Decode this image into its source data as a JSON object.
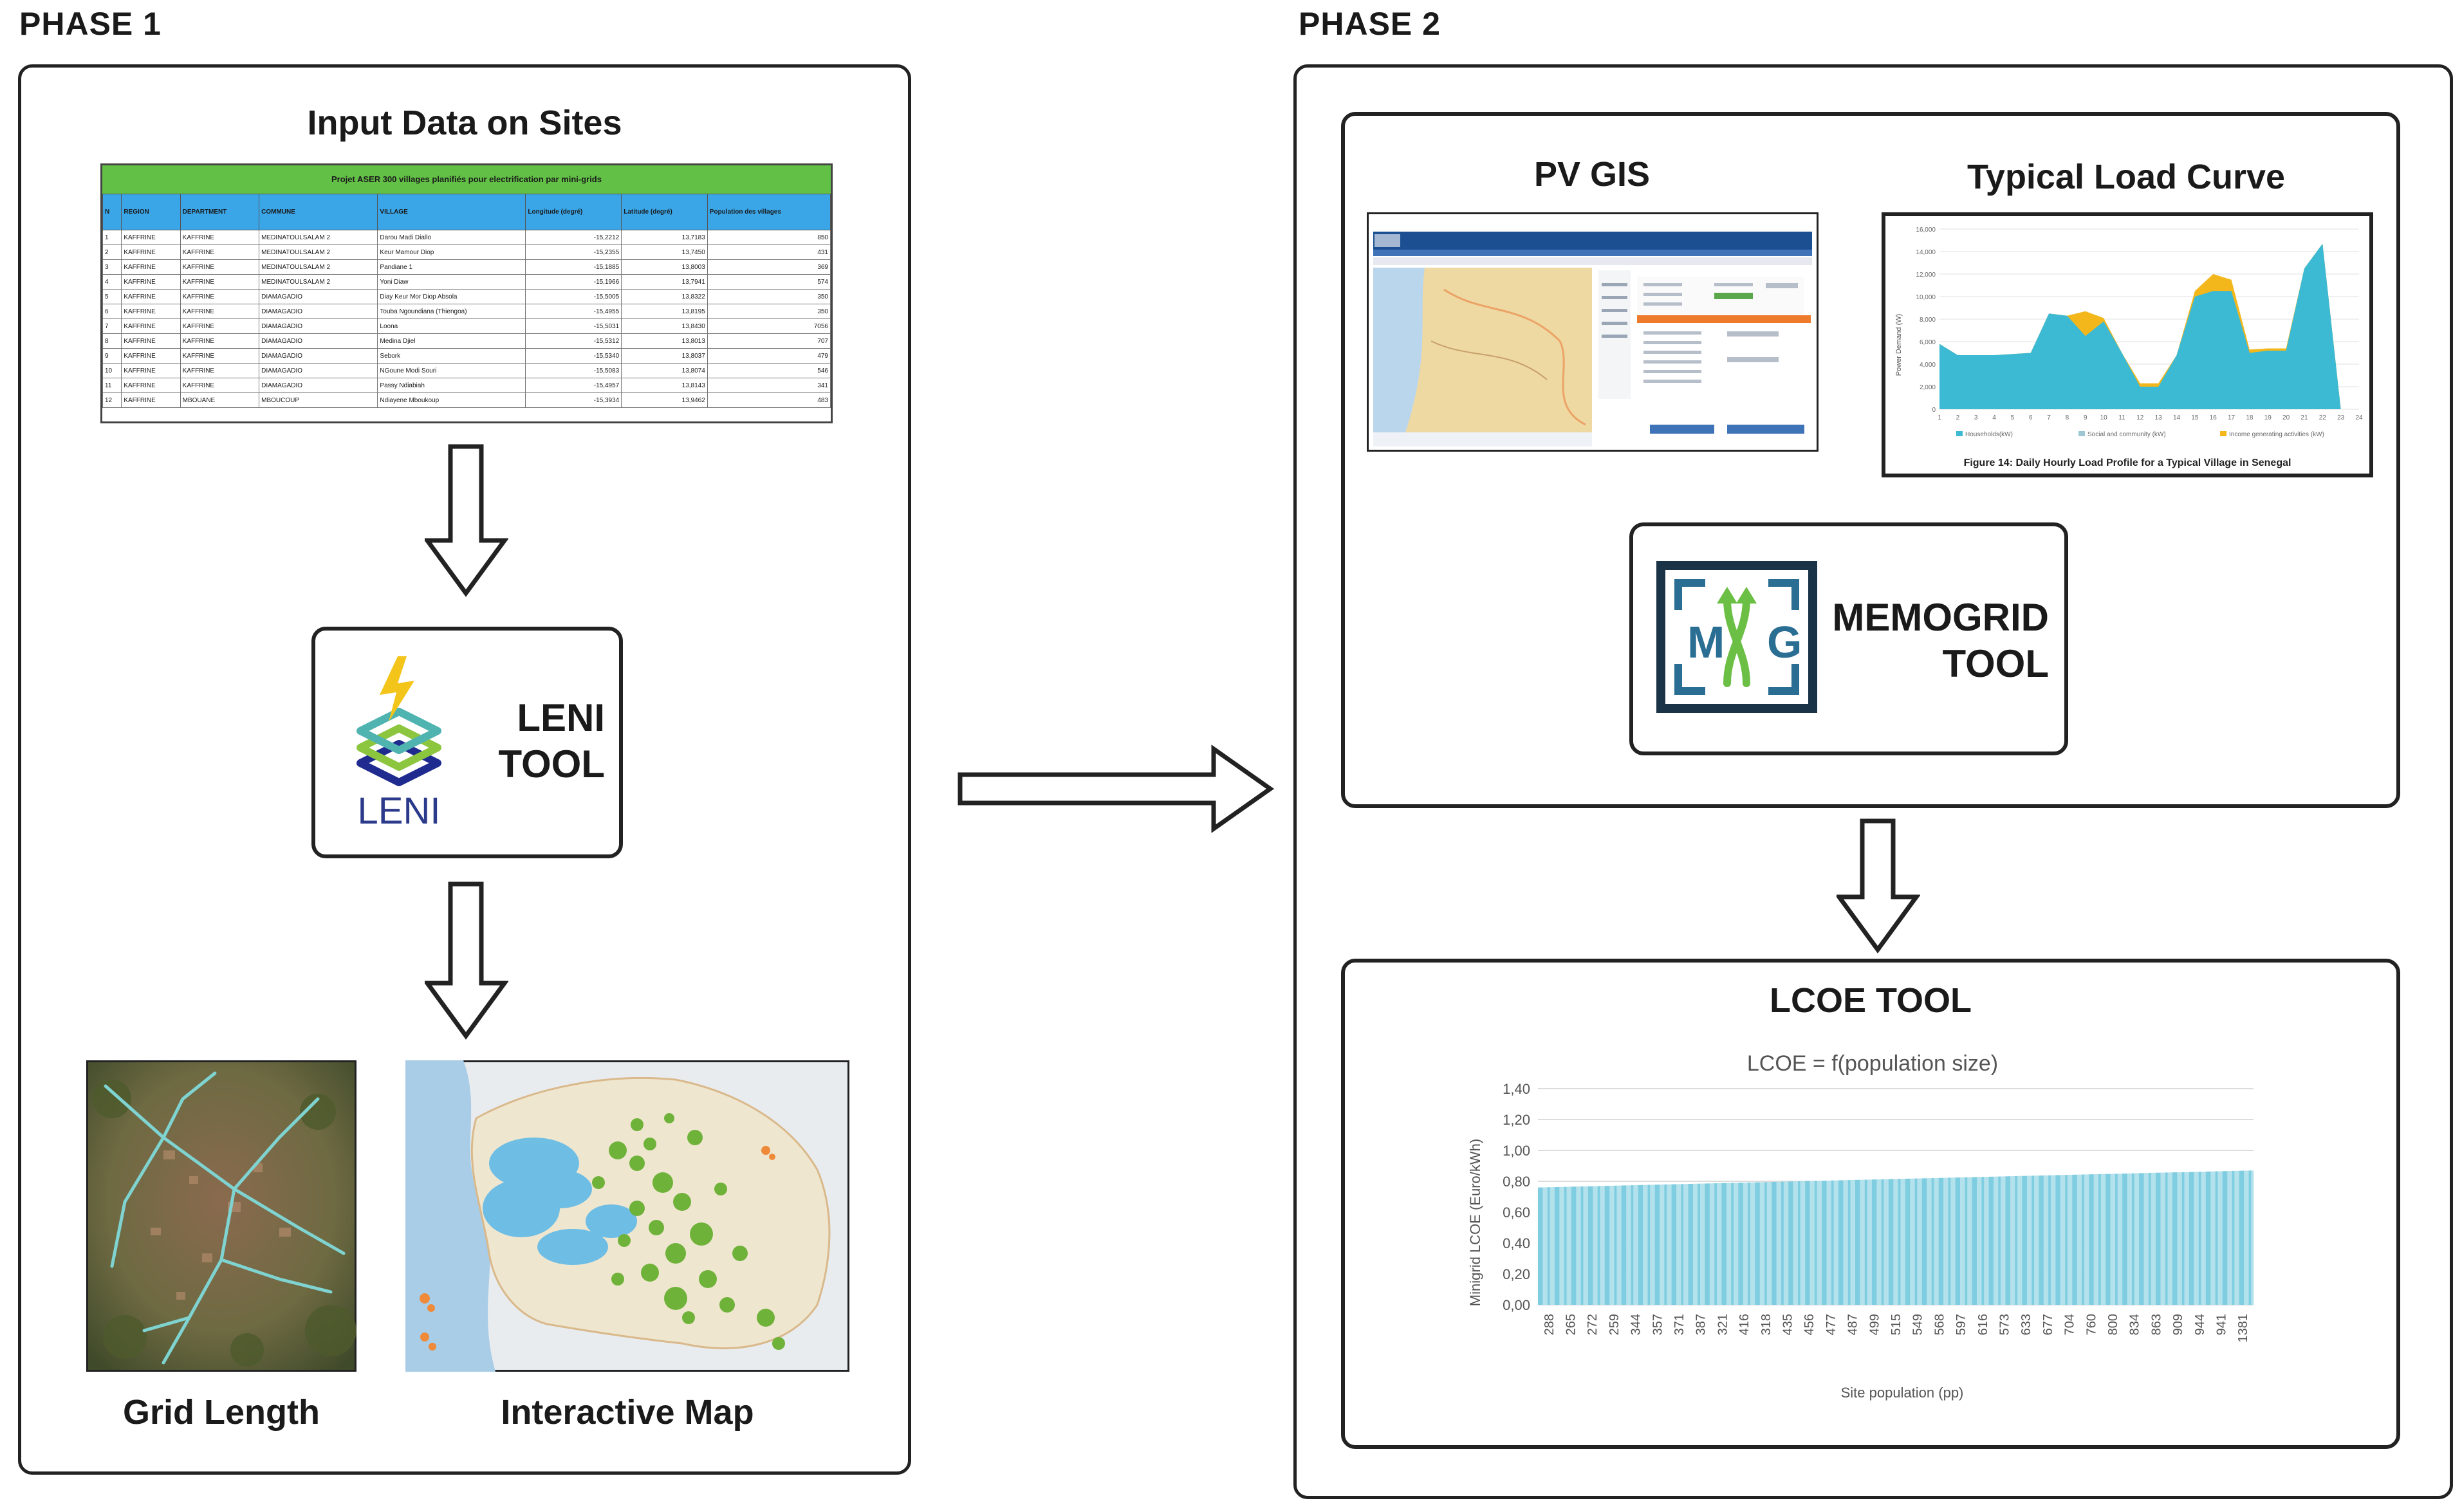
{
  "phase1": {
    "label": "PHASE 1",
    "input_title": "Input Data on Sites",
    "table": {
      "banner": "Projet ASER 300 villages planifiés pour electrification par mini-grids",
      "headers": [
        "N",
        "REGION",
        "DEPARTMENT",
        "COMMUNE",
        "VILLAGE",
        "Longitude (degré)",
        "Latitude (degré)",
        "Population des villages"
      ],
      "rows": [
        [
          "1",
          "KAFFRINE",
          "KAFFRINE",
          "MEDINATOULSALAM 2",
          "Darou Madi Diallo",
          "-15,2212",
          "13,7183",
          "850"
        ],
        [
          "2",
          "KAFFRINE",
          "KAFFRINE",
          "MEDINATOULSALAM 2",
          "Keur Mamour Diop",
          "-15,2355",
          "13,7450",
          "431"
        ],
        [
          "3",
          "KAFFRINE",
          "KAFFRINE",
          "MEDINATOULSALAM 2",
          "Pandiane 1",
          "-15,1885",
          "13,8003",
          "369"
        ],
        [
          "4",
          "KAFFRINE",
          "KAFFRINE",
          "MEDINATOULSALAM 2",
          "Yoni Diaw",
          "-15,1966",
          "13,7941",
          "574"
        ],
        [
          "5",
          "KAFFRINE",
          "KAFFRINE",
          "DIAMAGADIO",
          "Diay Keur Mor Diop Absola",
          "-15,5005",
          "13,8322",
          "350"
        ],
        [
          "6",
          "KAFFRINE",
          "KAFFRINE",
          "DIAMAGADIO",
          "Touba Ngoundiana (Thiengoa)",
          "-15,4955",
          "13,8195",
          "350"
        ],
        [
          "7",
          "KAFFRINE",
          "KAFFRINE",
          "DIAMAGADIO",
          "Loona",
          "-15,5031",
          "13,8430",
          "7056"
        ],
        [
          "8",
          "KAFFRINE",
          "KAFFRINE",
          "DIAMAGADIO",
          "Medina Djiel",
          "-15,5312",
          "13,8013",
          "707"
        ],
        [
          "9",
          "KAFFRINE",
          "KAFFRINE",
          "DIAMAGADIO",
          "Sebork",
          "-15,5340",
          "13,8037",
          "479"
        ],
        [
          "10",
          "KAFFRINE",
          "KAFFRINE",
          "DIAMAGADIO",
          "NGoune Modi Souri",
          "-15,5083",
          "13,8074",
          "546"
        ],
        [
          "11",
          "KAFFRINE",
          "KAFFRINE",
          "DIAMAGADIO",
          "Passy Ndiabiah",
          "-15,4957",
          "13,8143",
          "341"
        ],
        [
          "12",
          "KAFFRINE",
          "MBOUANE",
          "MBOUCOUP",
          "Ndiayene Mboukoup",
          "-15,3934",
          "13,9462",
          "483"
        ]
      ]
    },
    "leni_tool": {
      "line1": "LENI",
      "line2": "TOOL",
      "logo_text": "LENI"
    },
    "grid_length_label": "Grid Length",
    "interactive_map_label": "Interactive Map"
  },
  "phase2": {
    "label": "PHASE 2",
    "pvgis_title": "PV GIS",
    "load_curve": {
      "title": "Typical Load Curve",
      "caption": "Figure 14: Daily Hourly Load Profile for a Typical Village in Senegal",
      "legend": [
        "Households(kW)",
        "Social and community (kW)",
        "Income generating activities (kW)"
      ],
      "series_colors": [
        "#3cb9d3",
        "#9ec7d4",
        "#f3b71c"
      ]
    },
    "memogrid_tool": {
      "line1": "MEMOGRID",
      "line2": "TOOL"
    },
    "lcoe_tool": {
      "title": "LCOE TOOL"
    }
  },
  "chart_data": [
    {
      "type": "area",
      "title": "",
      "caption": "Figure 14: Daily Hourly Load Profile for a Typical Village in Senegal",
      "ylabel": "Power Demand (W)",
      "x": [
        "1",
        "2",
        "3",
        "4",
        "5",
        "6",
        "7",
        "8",
        "9",
        "10",
        "11",
        "12",
        "13",
        "14",
        "15",
        "16",
        "17",
        "18",
        "19",
        "20",
        "21",
        "22",
        "23",
        "24"
      ],
      "ylim": [
        0,
        16000
      ],
      "yticks": [
        "0",
        "2,000",
        "4,000",
        "6,000",
        "8,000",
        "10,000",
        "12,000",
        "14,000",
        "16,000"
      ],
      "series": [
        {
          "name": "Households(kW)",
          "values": [
            5800,
            4800,
            4800,
            4800,
            4900,
            5000,
            8500,
            8300,
            6500,
            7800,
            5000,
            2000,
            2000,
            4800,
            10000,
            10500,
            10500,
            5000,
            5200,
            5200,
            12500,
            14700,
            0,
            0
          ]
        },
        {
          "name": "Income generating activities (kW)",
          "values": [
            0,
            0,
            0,
            0,
            0,
            0,
            0,
            0,
            2200,
            300,
            0,
            300,
            300,
            0,
            500,
            1500,
            1000,
            300,
            200,
            200,
            0,
            0,
            0,
            0
          ]
        }
      ]
    },
    {
      "type": "bar",
      "title": "LCOE = f(population size)",
      "xlabel": "Site population (pp)",
      "ylabel": "Minigrid LCOE (Euro/kWh)",
      "ylim": [
        0,
        1.4
      ],
      "yticks": [
        "0,00",
        "0,20",
        "0,40",
        "0,60",
        "0,80",
        "1,00",
        "1,20",
        "1,40"
      ],
      "x_tick_labels": [
        "288",
        "265",
        "272",
        "259",
        "344",
        "357",
        "371",
        "387",
        "321",
        "416",
        "318",
        "435",
        "456",
        "477",
        "487",
        "499",
        "515",
        "549",
        "568",
        "597",
        "616",
        "573",
        "633",
        "677",
        "704",
        "760",
        "800",
        "834",
        "863",
        "909",
        "944",
        "941",
        "1381"
      ],
      "values_start": 0.76,
      "values_end": 0.87
    }
  ]
}
